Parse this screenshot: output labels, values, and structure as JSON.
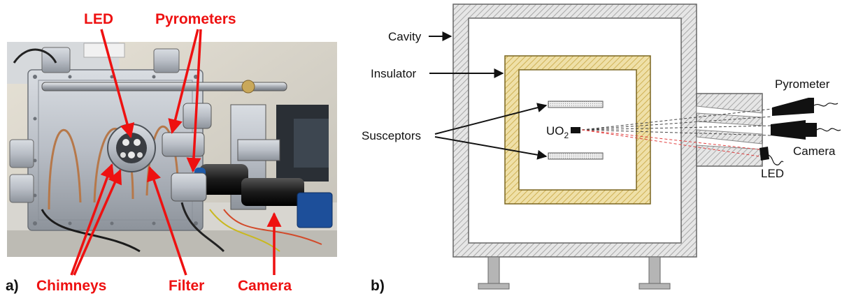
{
  "panel_a": {
    "panel_label": "a)",
    "photo_description_icon": "lab-apparatus-photo",
    "labels": {
      "led": "LED",
      "pyrometers": "Pyrometers",
      "chimneys": "Chimneys",
      "filter": "Filter",
      "camera": "Camera"
    }
  },
  "panel_b": {
    "panel_label": "b)",
    "labels": {
      "cavity": "Cavity",
      "insulator": "Insulator",
      "susceptors": "Susceptors",
      "sample": "UO",
      "sample_subscript": "2",
      "pyrometer": "Pyrometer",
      "camera": "Camera",
      "led": "LED"
    }
  },
  "colors": {
    "annotation_red": "#ee1111",
    "insulator_fill": "#efe0a8",
    "insulator_hatch": "#c8a640",
    "cavity_hatch": "#9a9a9a",
    "beam_red": "#e04040",
    "beam_dark": "#444444"
  }
}
